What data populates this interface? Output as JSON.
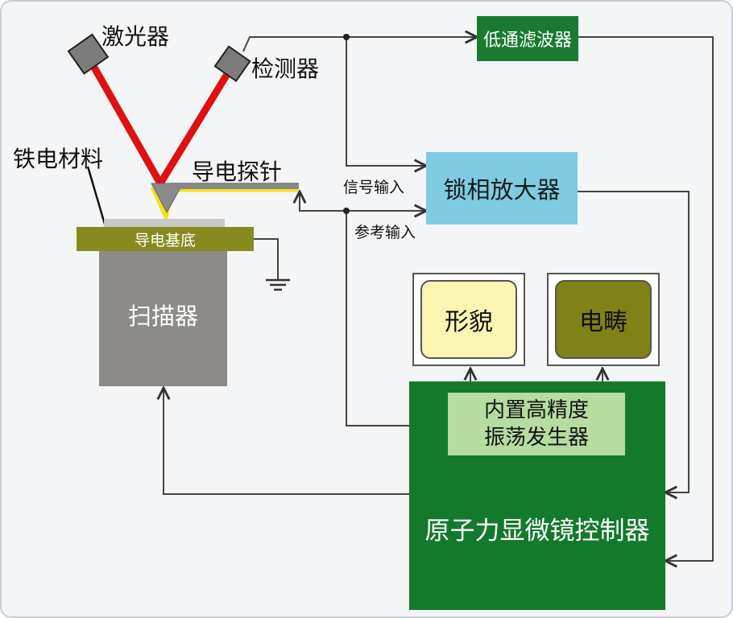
{
  "labels": {
    "laser": "激光器",
    "detector": "检测器",
    "ferroelectric": "铁电材料",
    "probe": "导电探针",
    "signal_in": "信号输入",
    "reference_in": "参考输入"
  },
  "blocks": {
    "lowpass": "低通滤波器",
    "lockin": "锁相放大器",
    "substrate": "导电基底",
    "scanner": "扫描器",
    "topography": "形貌",
    "electric_domain": "电畴",
    "oscillator_line1": "内置高精度",
    "oscillator_line2": "振荡发生器",
    "controller": "原子力显微镜控制器"
  },
  "colors": {
    "laser_beam": "#e01010",
    "lowpass_box": "#1a7a32",
    "lockin_box": "#7ecbe2",
    "controller_box": "#137a2c",
    "oscillator_box": "#b7dca0",
    "substrate": "#878a1f",
    "scanner": "#8d8b87",
    "topography_screen": "#fbf5b4",
    "domain_screen": "#7f8216",
    "probe_highlight": "#f2e21a"
  },
  "icons": [
    "laser-device-icon",
    "detector-device-icon",
    "ground-icon"
  ]
}
